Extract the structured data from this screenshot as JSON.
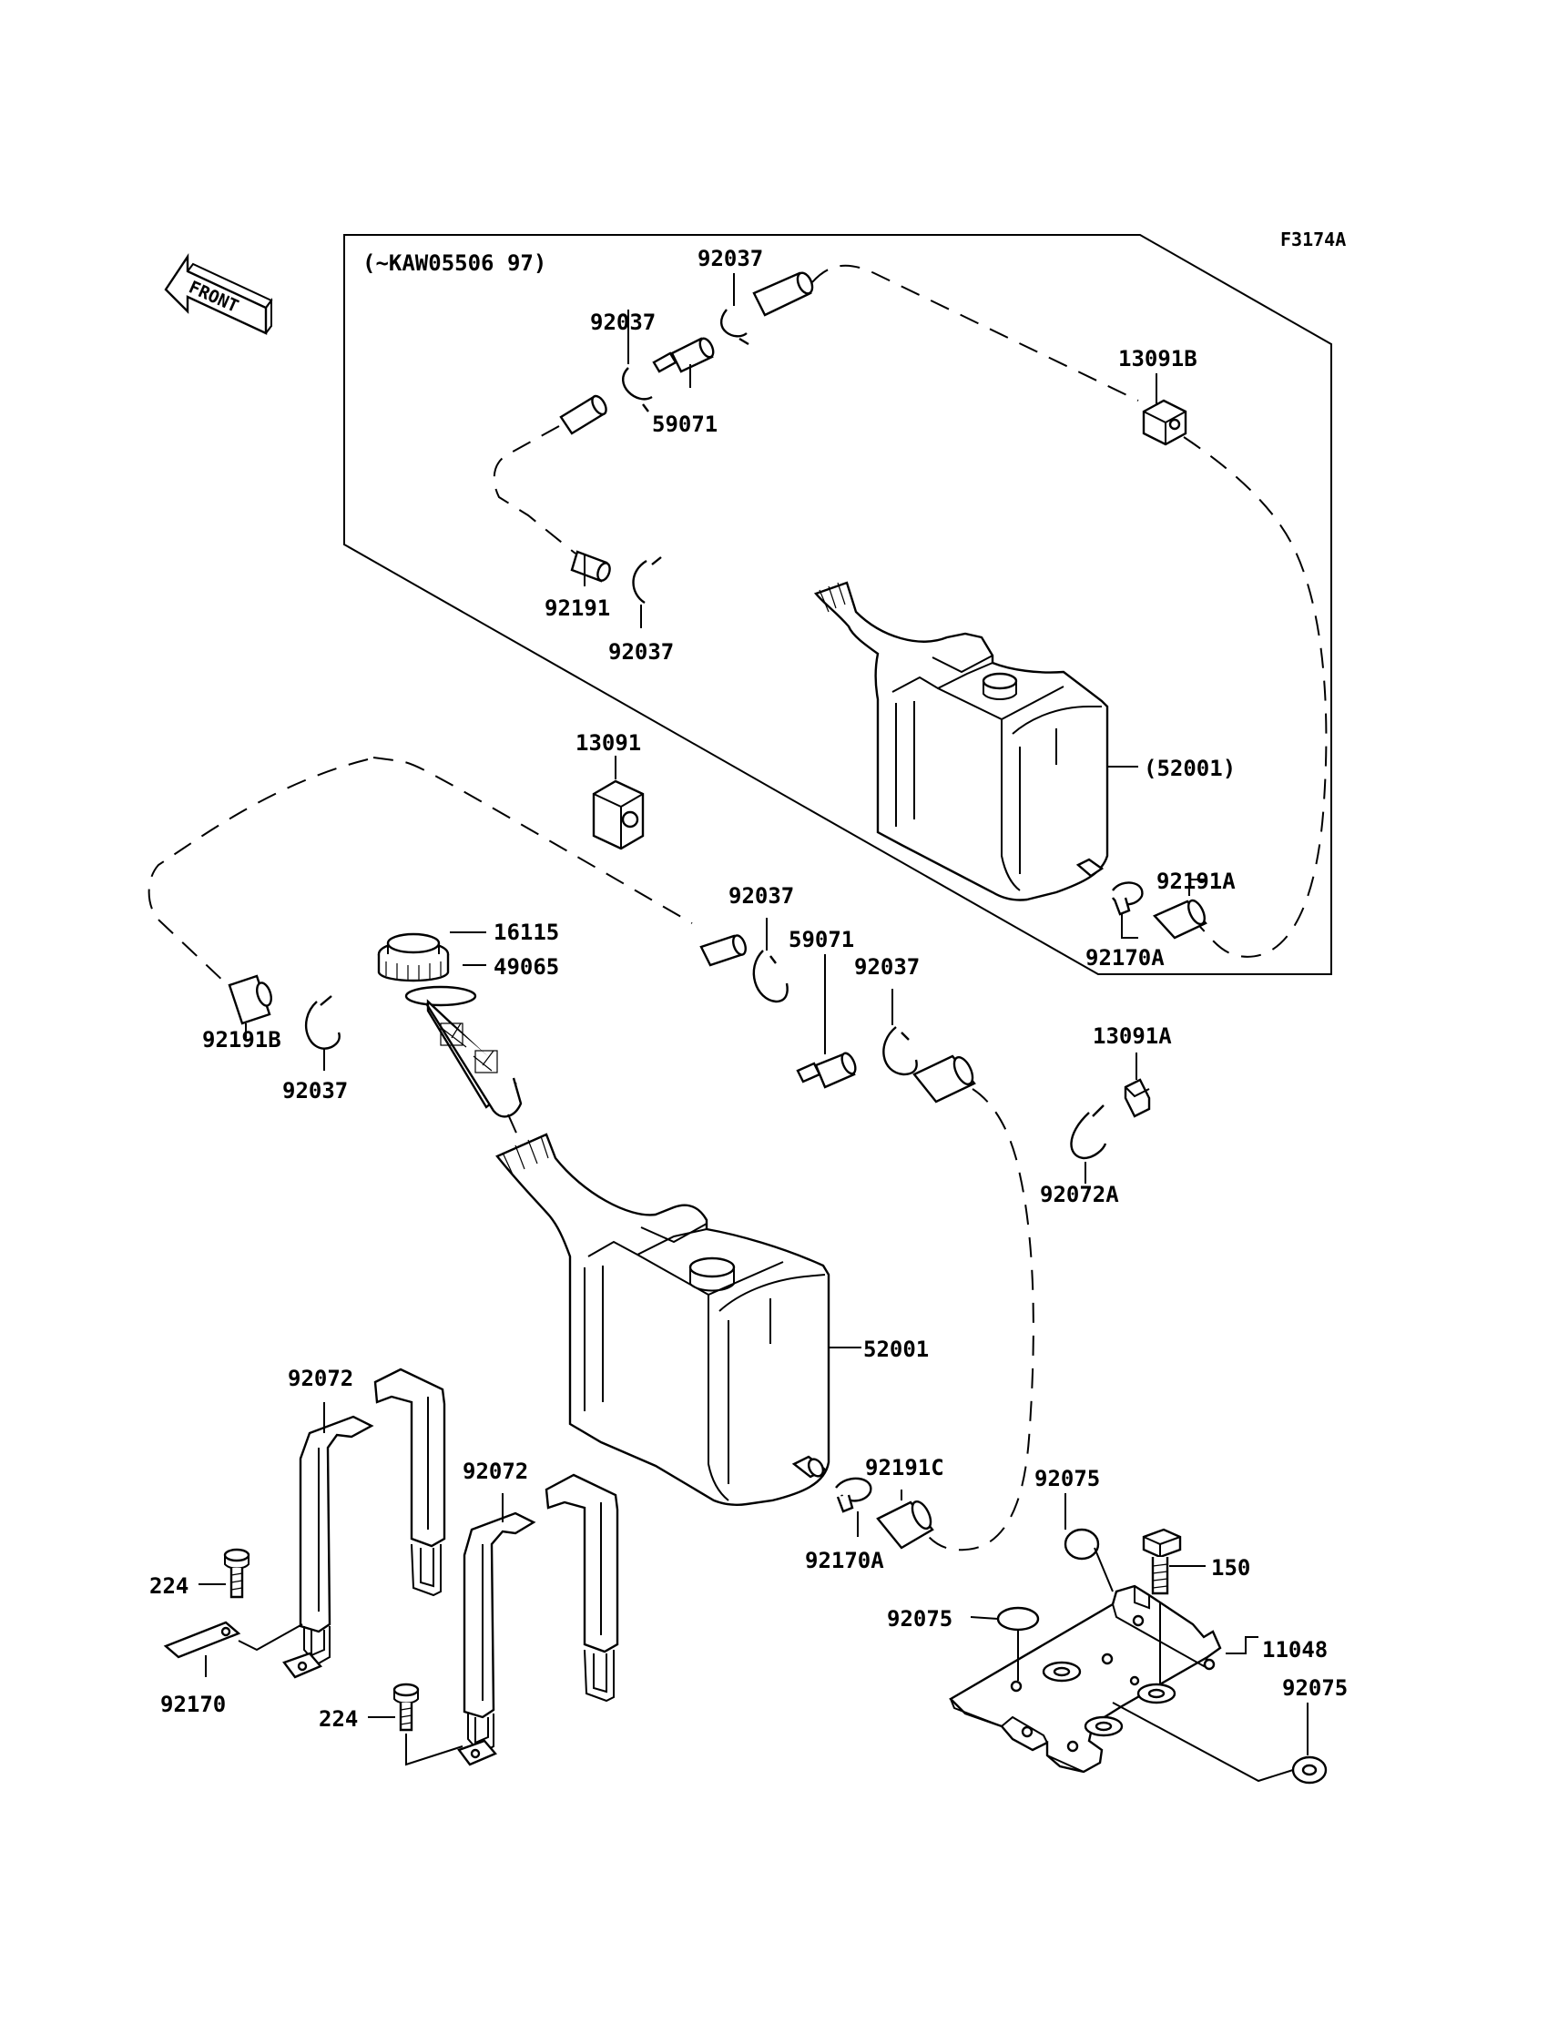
{
  "figure_code": "F3174A",
  "inset_caption": "(~KAW05506 97)",
  "front_label": "FRONT",
  "callouts": {
    "c92037_top": "92037",
    "c92037_left_top": "92037",
    "c59071_top": "59071",
    "c13091B": "13091B",
    "c92191": "92191",
    "c92037_inset_low": "92037",
    "c52001_inset": "(52001)",
    "c92191A": "92191A",
    "c92170A_inset": "92170A",
    "c13091": "13091",
    "c16115": "16115",
    "c49065": "49065",
    "c92037_mid": "92037",
    "c59071_mid": "59071",
    "c92037_mid_right": "92037",
    "c92191B": "92191B",
    "c92037_left_low": "92037",
    "c13091A": "13091A",
    "c92072A": "92072A",
    "c52001": "52001",
    "c92072_left": "92072",
    "c92072_right": "92072",
    "c92191C": "92191C",
    "c92170A": "92170A",
    "c92075_top": "92075",
    "c150": "150",
    "c92075_mid": "92075",
    "c11048": "11048",
    "c92075_right": "92075",
    "c224_left": "224",
    "c92170": "92170",
    "c224_right": "224"
  }
}
